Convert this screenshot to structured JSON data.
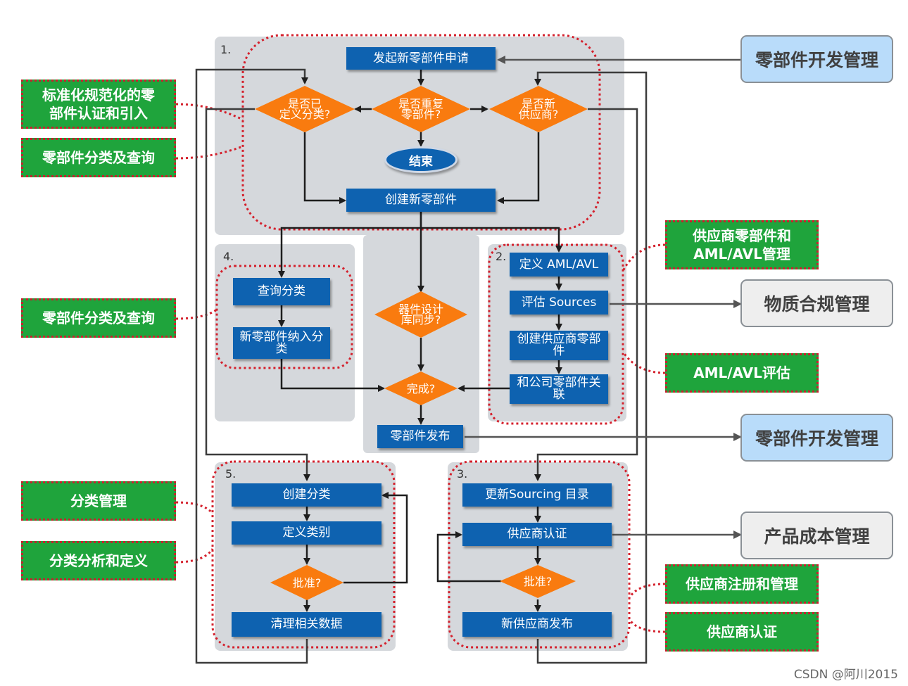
{
  "sections": {
    "s1": "1.",
    "s2": "2.",
    "s3": "3.",
    "s4": "4.",
    "s5": "5."
  },
  "process": {
    "start_request": "发起新零部件申请",
    "diamond_classified": "是否已\n定义分类?",
    "diamond_duplicate": "是否重复\n零部件?",
    "diamond_new_supplier": "是否新\n供应商?",
    "end": "结束",
    "create_part": "创建新零部件",
    "query_class": "查询分类",
    "new_part_class": "新零部件纳入分\n类",
    "diamond_sync": "器件设计\n库同步?",
    "diamond_done": "完成?",
    "release_part": "零部件发布",
    "define_aml": "定义 AML/AVL",
    "eval_sources": "评估 Sources",
    "create_supplier_part": "创建供应商零部\n件",
    "link_company_part": "和公司零部件关\n联",
    "create_class": "创建分类",
    "define_category": "定义类别",
    "diamond_approve_5": "批准?",
    "clean_data": "清理相关数据",
    "update_sourcing": "更新Sourcing 目录",
    "supplier_cert_box": "供应商认证",
    "diamond_approve_3": "批准?",
    "new_supplier_release": "新供应商发布"
  },
  "left_labels": {
    "standardize": "标准化规范化的零\n部件认证和引入",
    "classify_query_1": "零部件分类及查询",
    "classify_query_2": "零部件分类及查询",
    "class_mgmt": "分类管理",
    "class_analysis": "分类分析和定义"
  },
  "right_labels": {
    "supplier_part_aml": "供应商零部件和\nAML/AVL管理",
    "aml_eval": "AML/AVL评估",
    "supplier_reg": "供应商注册和管理",
    "supplier_cert": "供应商认证"
  },
  "external_systems": {
    "part_dev_top": "零部件开发管理",
    "material_compliance": "物质合规管理",
    "part_dev_mid": "零部件开发管理",
    "product_cost": "产品成本管理"
  },
  "watermark": "CSDN @阿川2015",
  "colors": {
    "process_blue": "#0e62b0",
    "decision_orange": "#f97b0f",
    "label_green": "#1fa43c",
    "dotted_red": "#d4202c",
    "panel_gray": "#d5d8dc",
    "external_blue": "#b9dcfa",
    "external_gray": "#eeeeee"
  }
}
